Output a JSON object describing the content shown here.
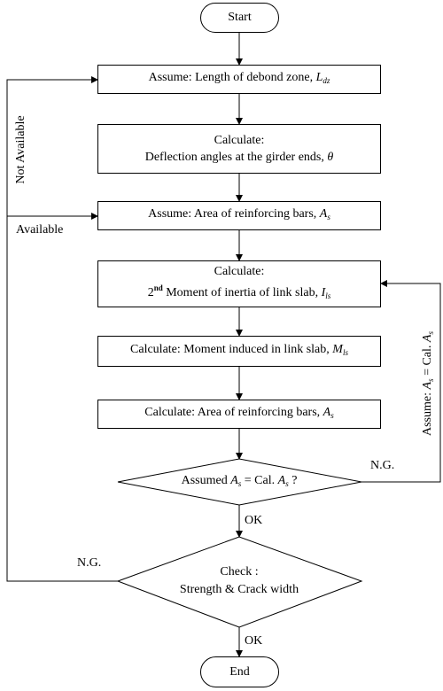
{
  "start": "Start",
  "end": "End",
  "step1": {
    "prefix": "Assume: Length of debond zone, ",
    "var": "L",
    "sub": "dz"
  },
  "step2": {
    "line1": "Calculate:",
    "line2": "Deflection angles at the girder ends, ",
    "var": "θ"
  },
  "step3": {
    "prefix": "Assume: Area of reinforcing bars, ",
    "var": "A",
    "sub": "s"
  },
  "step4": {
    "line1": "Calculate:",
    "ord": "2",
    "ord_sup": "nd",
    "line2": " Moment of inertia of link slab, ",
    "var": "I",
    "sub": "ls"
  },
  "step5": {
    "prefix": "Calculate: Moment induced in link slab, ",
    "var": "M",
    "sub": "ls"
  },
  "step6": {
    "prefix": "Calculate: Area of reinforcing bars, ",
    "var": "A",
    "sub": "s"
  },
  "decision1": {
    "prefix": "Assumed ",
    "var": "A",
    "sub": "s",
    "mid": " = Cal. ",
    "var2": "A",
    "sub2": "s",
    "suffix": " ?"
  },
  "decision2": {
    "line1": "Check :",
    "line2": "Strength & Crack width"
  },
  "labels": {
    "not_available": "Not Available",
    "available": "Available",
    "ok1": "OK",
    "ok2": "OK",
    "ng1": "N.G.",
    "ng2": "N.G.",
    "assume_prefix": "Assume: ",
    "assume_var": "A",
    "assume_sub": "s",
    "assume_mid": " = Cal. ",
    "assume_var2": "A",
    "assume_sub2": "s"
  }
}
